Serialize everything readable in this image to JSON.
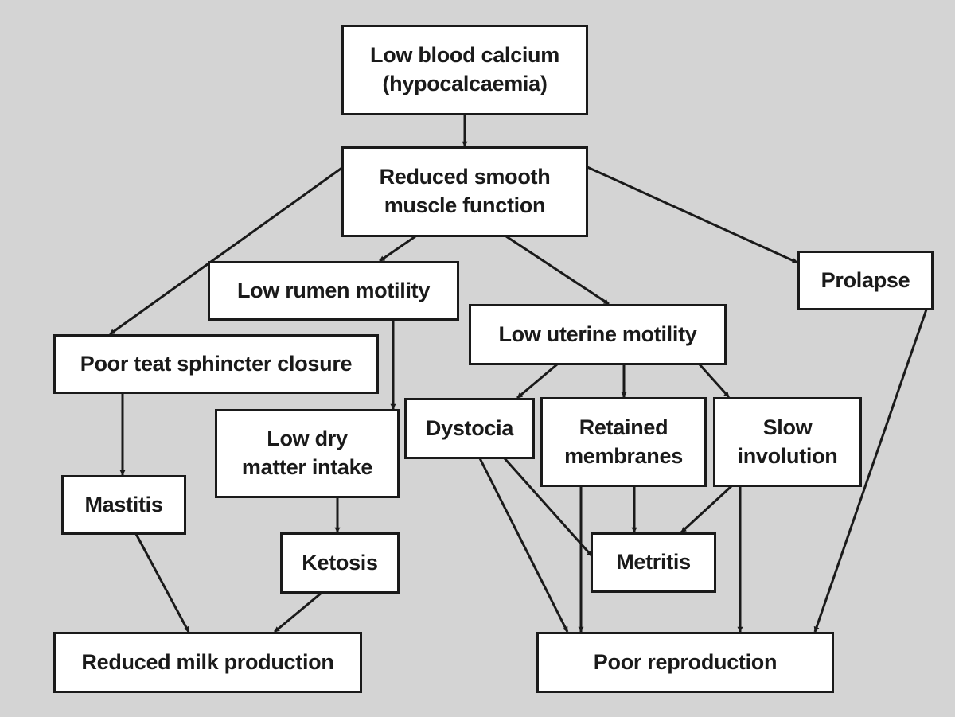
{
  "nodes": {
    "hypocalcaemia": {
      "line1": "Low blood calcium",
      "line2": "(hypocalcaemia)"
    },
    "smooth_muscle": {
      "line1": "Reduced smooth",
      "line2": "muscle function"
    },
    "rumen": {
      "line1": "Low rumen motility"
    },
    "prolapse": {
      "line1": "Prolapse"
    },
    "uterine": {
      "line1": "Low uterine motility"
    },
    "teat": {
      "line1": "Poor teat sphincter closure"
    },
    "dry_matter": {
      "line1": "Low dry",
      "line2": "matter intake"
    },
    "dystocia": {
      "line1": "Dystocia"
    },
    "retained": {
      "line1": "Retained",
      "line2": "membranes"
    },
    "involution": {
      "line1": "Slow",
      "line2": "involution"
    },
    "mastitis": {
      "line1": "Mastitis"
    },
    "ketosis": {
      "line1": "Ketosis"
    },
    "metritis": {
      "line1": "Metritis"
    },
    "milk": {
      "line1": "Reduced milk production"
    },
    "reproduction": {
      "line1": "Poor reproduction"
    }
  },
  "edges": [
    {
      "from": "hypocalcaemia",
      "to": "smooth_muscle"
    },
    {
      "from": "smooth_muscle",
      "to": "teat"
    },
    {
      "from": "smooth_muscle",
      "to": "rumen"
    },
    {
      "from": "smooth_muscle",
      "to": "uterine"
    },
    {
      "from": "smooth_muscle",
      "to": "prolapse"
    },
    {
      "from": "rumen",
      "to": "dry_matter"
    },
    {
      "from": "uterine",
      "to": "dystocia"
    },
    {
      "from": "uterine",
      "to": "retained"
    },
    {
      "from": "uterine",
      "to": "involution"
    },
    {
      "from": "teat",
      "to": "mastitis"
    },
    {
      "from": "dry_matter",
      "to": "ketosis"
    },
    {
      "from": "dystocia",
      "to": "metritis"
    },
    {
      "from": "dystocia",
      "to": "reproduction"
    },
    {
      "from": "retained",
      "to": "metritis"
    },
    {
      "from": "retained",
      "to": "reproduction"
    },
    {
      "from": "involution",
      "to": "metritis"
    },
    {
      "from": "involution",
      "to": "reproduction"
    },
    {
      "from": "prolapse",
      "to": "reproduction"
    },
    {
      "from": "mastitis",
      "to": "milk"
    },
    {
      "from": "ketosis",
      "to": "milk"
    }
  ],
  "colors": {
    "background": "#d4d4d4",
    "box_fill": "#ffffff",
    "stroke": "#1a1a1a"
  }
}
